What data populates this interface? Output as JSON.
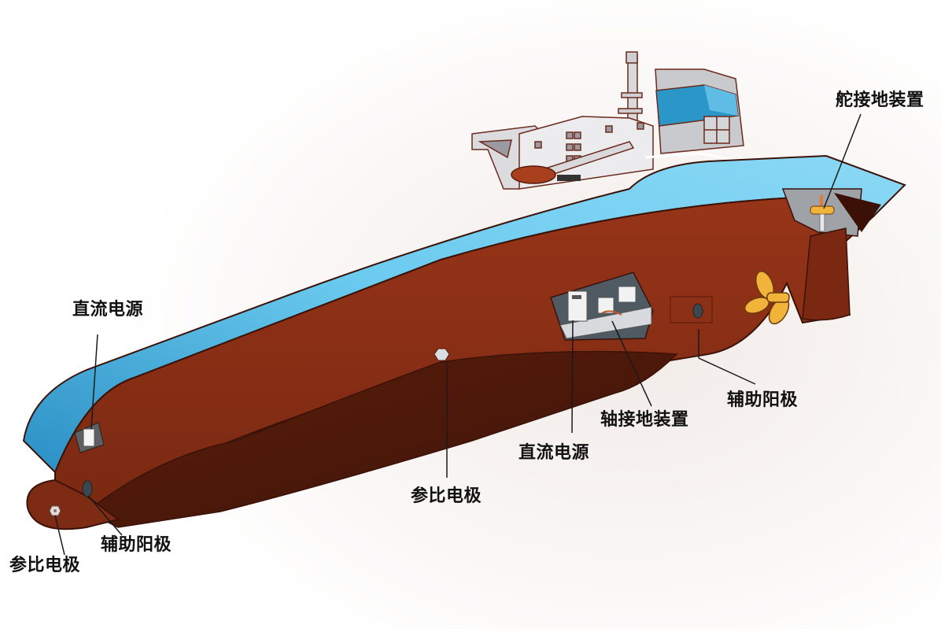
{
  "diagram": {
    "subject": "Ship hull impressed current cathodic protection system",
    "colors": {
      "hull_red": "#8a2e17",
      "hull_dark": "#4e1a0c",
      "deck_blue": "#4fb6e3",
      "deck_blue_light": "#8ad8f5",
      "superstructure": "#e8e8ea",
      "funnel_blue": "#2b97c9",
      "propeller": "#f2b33b",
      "outline": "#3b1208",
      "leader_line": "#1a1a1a"
    },
    "labels": {
      "rudder_grounding": "舵接地装置",
      "dc_power_bow": "直流电源",
      "dc_power_mid": "直流电源",
      "shaft_grounding": "轴接地装置",
      "aux_anode_stern": "辅助阳极",
      "aux_anode_bow": "辅助阳极",
      "ref_electrode_mid": "参比电极",
      "ref_electrode_bow": "参比电极"
    }
  }
}
